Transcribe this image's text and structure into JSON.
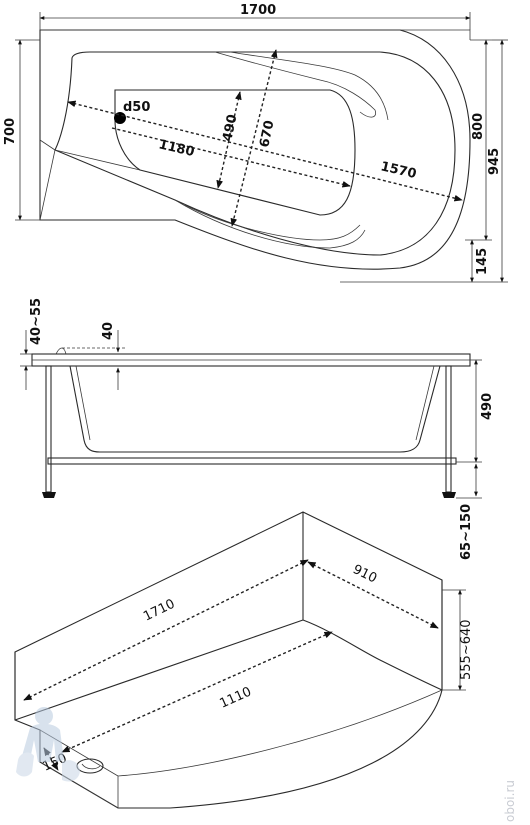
{
  "top_view": {
    "length": "1700",
    "width_left": "700",
    "width_right": "800",
    "width_total": "945",
    "offset": "145",
    "inner_width": "490",
    "inner_diag": "670",
    "drain": "d50",
    "inner_length": "1180",
    "diag_length": "1570"
  },
  "side_view": {
    "rim_range": "40~55",
    "rim": "40",
    "depth": "490",
    "legs": "65~150"
  },
  "iso_view": {
    "long_side": "1710",
    "short_side": "910",
    "height": "555~640",
    "front": "1110",
    "corner": "150"
  },
  "watermark": "oboi.ru"
}
